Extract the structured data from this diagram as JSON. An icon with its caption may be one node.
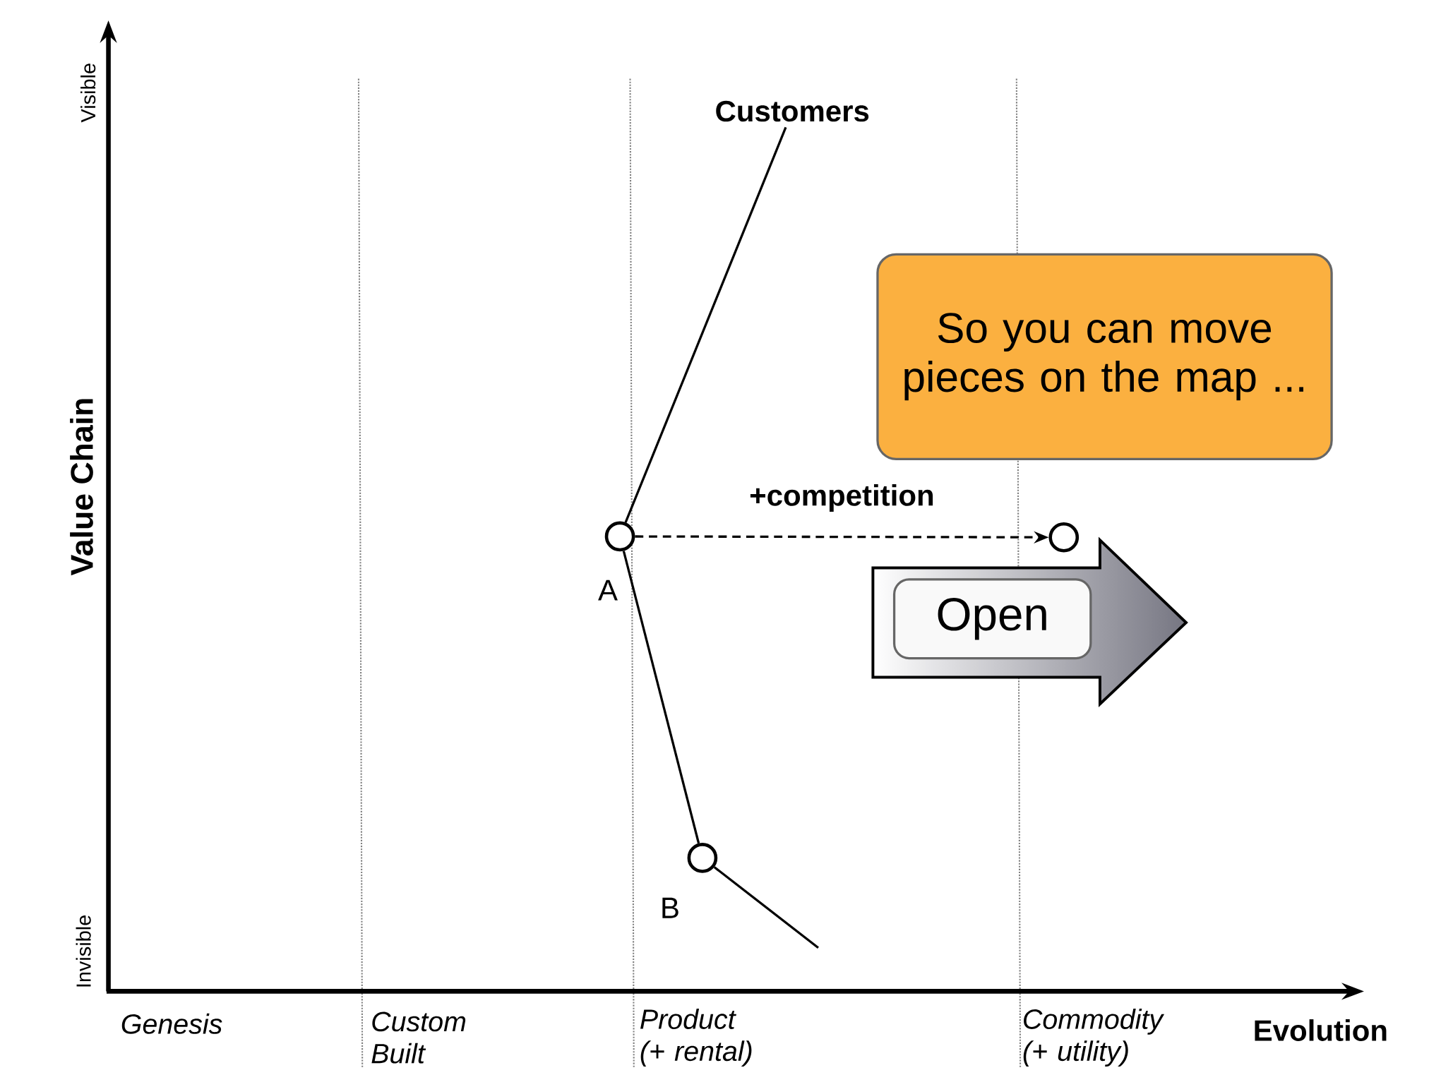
{
  "diagram": {
    "nodes": [
      {
        "text": [
          "Customers"
        ]
      },
      {
        "text": [],
        "shape": "circle",
        "beside": [
          "A"
        ]
      },
      {
        "text": [],
        "shape": "circle",
        "beside": [
          "B"
        ]
      },
      {
        "text": [],
        "shape": "circle"
      },
      {
        "text": [
          "So you can move pieces on the map ..."
        ]
      },
      {
        "text": [],
        "shape": "arrow"
      },
      {
        "text": [
          "Open"
        ],
        "in": 5
      }
    ],
    "edges": [
      {
        "from": 0,
        "to": 1,
        "arrow": "none"
      },
      {
        "from": 1,
        "to": 2,
        "arrow": "none"
      },
      {
        "from": 2,
        "to": null,
        "arrow": "none"
      },
      {
        "from": 1,
        "to": 3,
        "arrow": "to",
        "style": "dashed",
        "label": "+competition"
      }
    ],
    "labels": [
      "Visible",
      "Value Chain",
      "Invisible",
      "Genesis",
      "Custom Built",
      "Product (+ rental)",
      "Commodity (+ utility)",
      "Evolution"
    ]
  }
}
